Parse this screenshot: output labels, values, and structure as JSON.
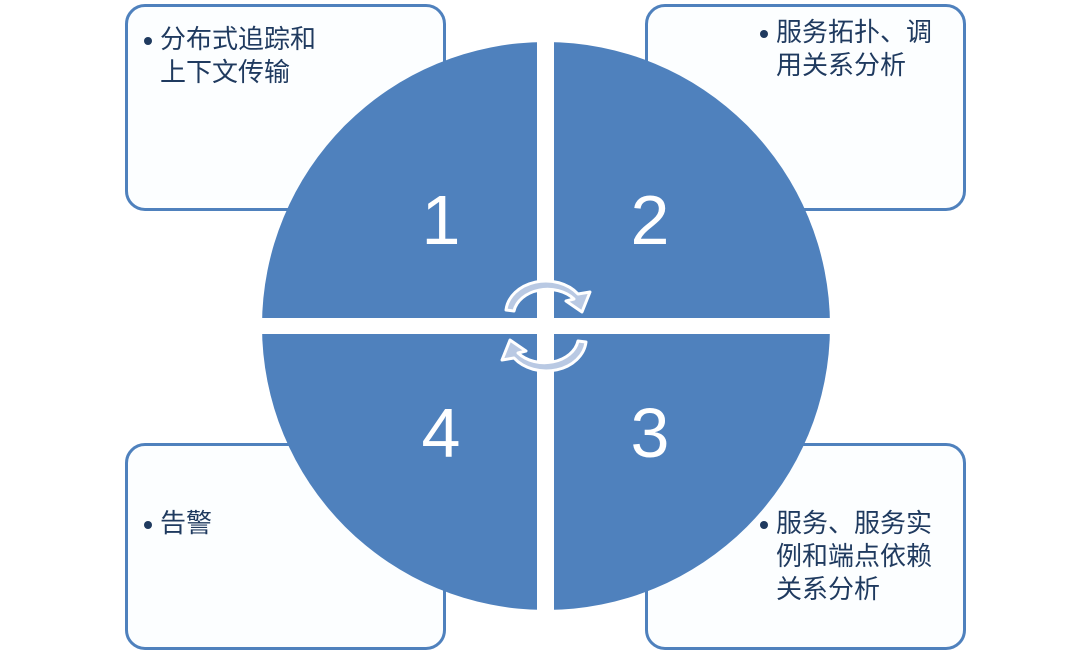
{
  "diagram": {
    "type": "cycle-quadrant",
    "colors": {
      "quadrant_fill": "#4f81bd",
      "box_border": "#4f81bd",
      "box_fill": "#fcfeff",
      "text": "#1f3a5f",
      "number": "#ffffff",
      "arrow_fill": "#b9c9e3"
    },
    "quadrants": [
      {
        "number": "1",
        "position": "top-left",
        "text": "分布式追踪和上下文传输",
        "lines": [
          "分布式追踪和",
          "上下文传输"
        ]
      },
      {
        "number": "2",
        "position": "top-right",
        "text": "服务拓扑、调用关系分析",
        "lines": [
          "服务拓扑、调",
          "用关系分析"
        ]
      },
      {
        "number": "3",
        "position": "bottom-right",
        "text": "服务、服务实例和端点依赖关系分析",
        "lines": [
          "服务、服务实",
          "例和端点依赖",
          "关系分析"
        ]
      },
      {
        "number": "4",
        "position": "bottom-left",
        "text": "告警",
        "lines": [
          "告警"
        ]
      }
    ],
    "center_icon": "cycle-arrows-icon"
  }
}
